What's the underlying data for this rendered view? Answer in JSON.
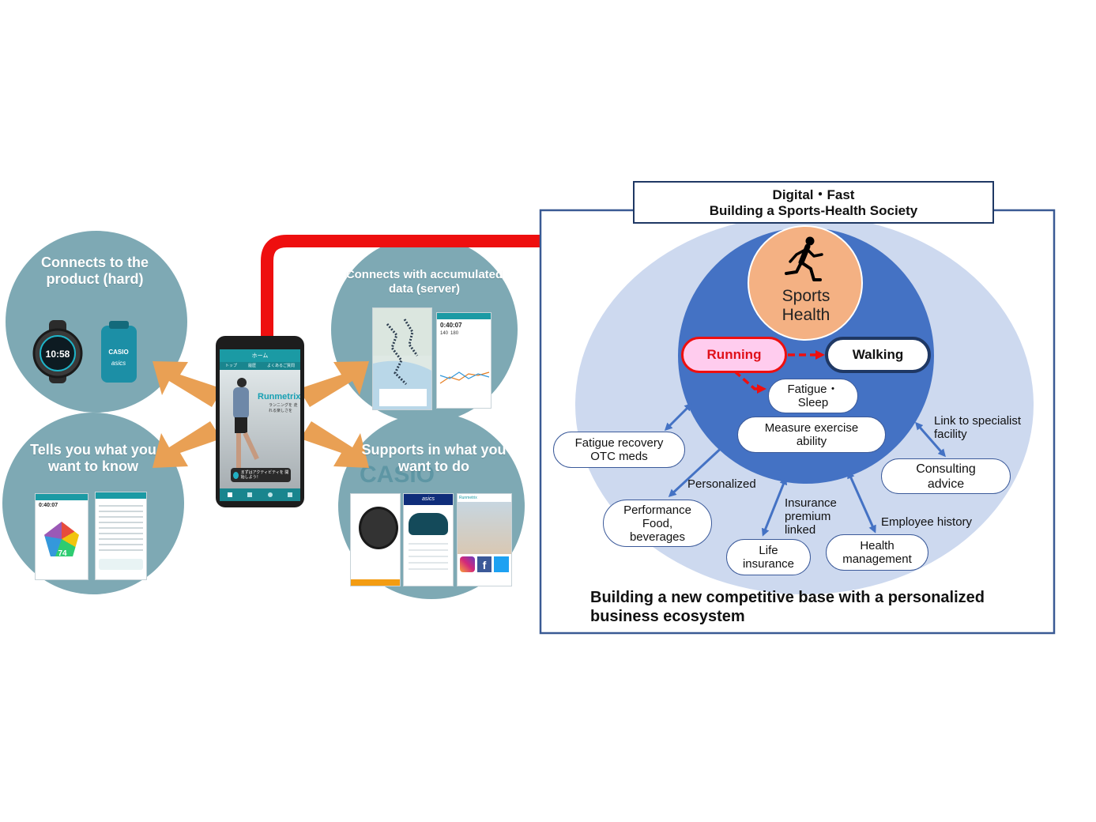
{
  "left": {
    "product": {
      "title": "Connects to the product (hard)",
      "watch_time": "10:58",
      "pod_brand": "CASIO",
      "pod_brand2": "asics"
    },
    "tells": {
      "title": "Tells you what you want to know",
      "score": "74",
      "time": "0:40:07"
    },
    "data": {
      "title": "Connects with accumulated data (server)",
      "time": "0:40:07",
      "stat_a": "140",
      "stat_b": "180"
    },
    "supports": {
      "title": "Supports in what you want to do",
      "bg_brand": "CASIO",
      "shoe_brand": "asics",
      "app_brand": "Runmetrix"
    },
    "phone": {
      "app_name": "Runmetrix",
      "nav_home": "ホーム",
      "tab1": "トップ",
      "tab2": "履歴",
      "tab3": "よくあるご質問",
      "tagline": "ランニングを 走れる楽しさを",
      "cta": "まずはアクティビティを 開始しよう！"
    }
  },
  "right": {
    "header_line1": "Digital・Fast",
    "header_line2": "Building a Sports-Health Society",
    "core_line1": "Sports",
    "core_line2": "Health",
    "running": "Running",
    "walking": "Walking",
    "fatigue_sleep": "Fatigue・\nSleep",
    "measure": "Measure exercise\nability",
    "fatigue_otc": "Fatigue recovery\nOTC meds",
    "personalized": "Personalized",
    "performance": "Performance\nFood,\nbeverages",
    "insurance_linked": "Insurance\npremium\nlinked",
    "life_insurance": "Life\ninsurance",
    "employee_history": "Employee history",
    "health_mgmt": "Health\nmanagement",
    "link_specialist": "Link to specialist\nfacility",
    "consulting": "Consulting\nadvice",
    "footer": "Building a new competitive base with a personalized\nbusiness ecosystem"
  },
  "colors": {
    "teal": "#7ea9b4",
    "orange_arrow": "#e9a054",
    "red_arrow": "#ee0f0f",
    "navy": "#1f3864",
    "light_ellipse": "#cdd9ef",
    "inner_blue": "#4472c4",
    "peach": "#f4b183",
    "running_fill": "#ffccee"
  }
}
